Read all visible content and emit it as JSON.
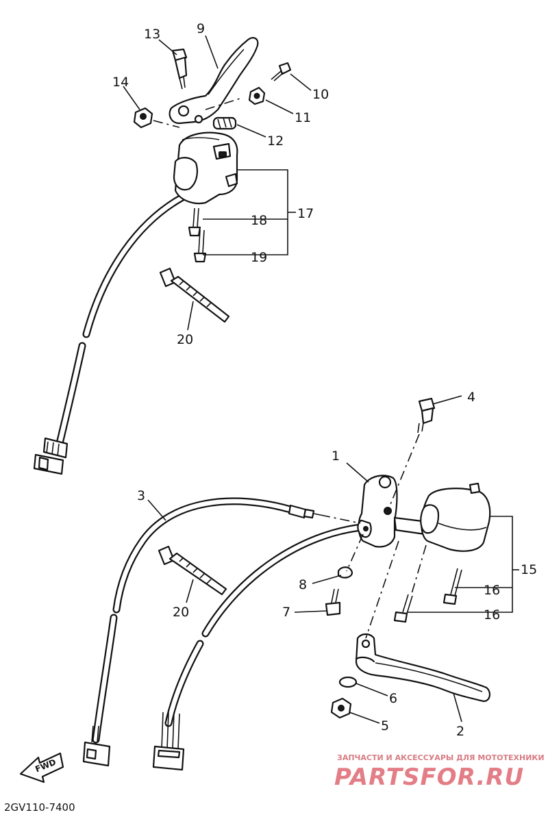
{
  "diagram_code": "2GV110-7400",
  "watermark": {
    "tagline": "ЗАПЧАСТИ И АКСЕССУАРЫ ДЛЯ МОТОТЕХНИКИ",
    "brand": "PARTSFOR.RU"
  },
  "fwd_arrow": {
    "text": "FWD",
    "icon": "fwd-arrow-icon"
  },
  "callouts": {
    "c1": "1",
    "c2": "2",
    "c3": "3",
    "c4": "4",
    "c5": "5",
    "c6": "6",
    "c7": "7",
    "c8": "8",
    "c9": "9",
    "c10": "10",
    "c11": "11",
    "c12": "12",
    "c13": "13",
    "c14": "14",
    "c15": "15",
    "c16a": "16",
    "c16b": "16",
    "c17": "17",
    "c18": "18",
    "c19": "19",
    "c20a": "20",
    "c20b": "20"
  }
}
